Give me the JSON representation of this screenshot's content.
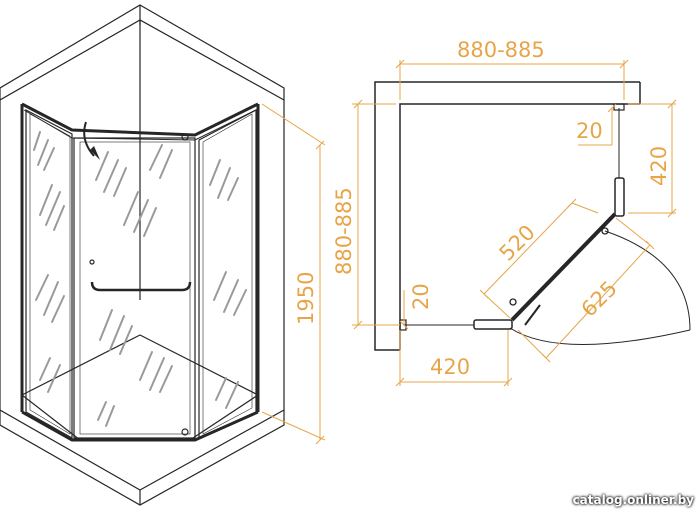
{
  "dimensions": {
    "height": "1950",
    "width_top": "880-885",
    "depth_left": "880-885",
    "gap_top": "20",
    "side_top": "420",
    "door": "520",
    "tray_radius": "625",
    "gap_left": "20",
    "side_bottom": "420"
  },
  "watermark": "catalog.onliner.by",
  "colors": {
    "line": "#262626",
    "dimension": "#e7a54a",
    "glass_pattern": "#9a9a9a"
  }
}
